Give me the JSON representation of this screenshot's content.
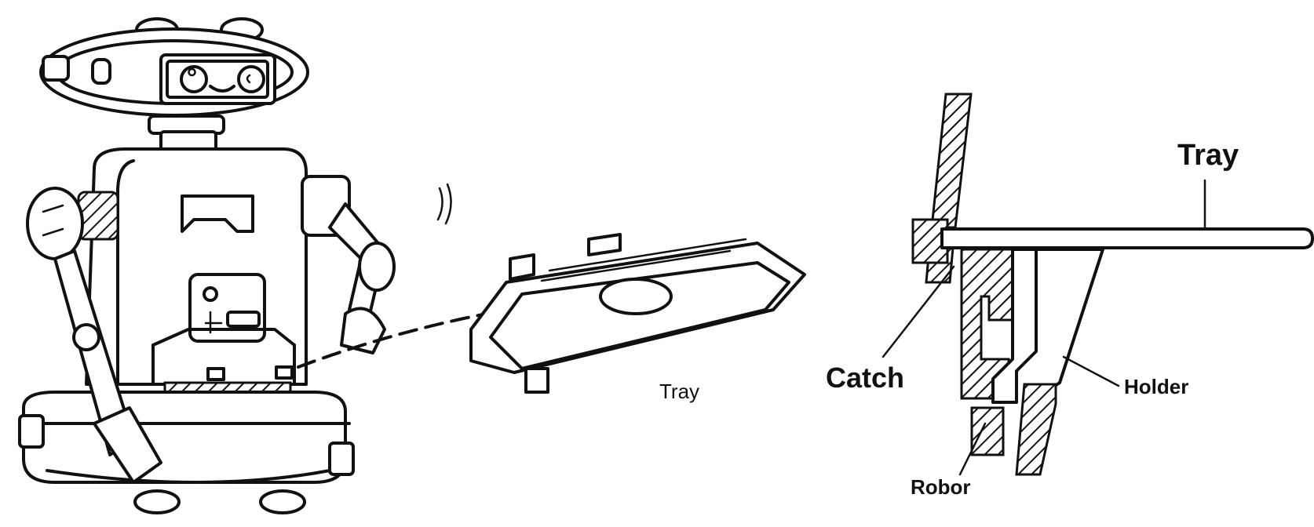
{
  "labels": {
    "tray_small": "Tray",
    "tray_large": "Tray",
    "catch": "Catch",
    "holder": "Holder",
    "robot": "Robor"
  },
  "colors": {
    "ink": "#111111",
    "background": "#ffffff"
  }
}
